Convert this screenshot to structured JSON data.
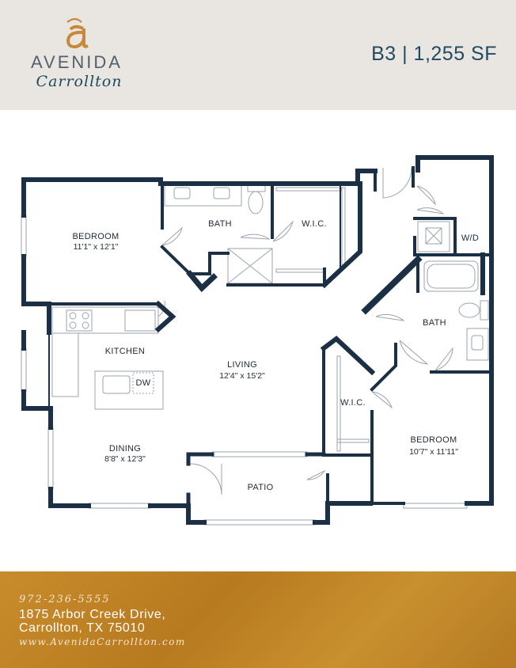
{
  "brand": {
    "name": "AVENIDA",
    "subname": "Carrollton",
    "colors": {
      "accent": "#c9873a",
      "navy": "#1f4a61",
      "wall": "#1c3045"
    }
  },
  "plan": {
    "title": "B3 | 1,255 SF"
  },
  "rooms": {
    "bedroom1": {
      "label": "BEDROOM",
      "dims": "11'1\" x 12'1\""
    },
    "bath1": {
      "label": "BATH"
    },
    "wic1": {
      "label": "W.I.C."
    },
    "wd": {
      "label": "W/D"
    },
    "kitchen": {
      "label": "KITCHEN"
    },
    "dw": {
      "label": "DW"
    },
    "living": {
      "label": "LIVING",
      "dims": "12'4\" x 15'2\""
    },
    "bath2": {
      "label": "BATH"
    },
    "wic2": {
      "label": "W.I.C."
    },
    "dining": {
      "label": "DINING",
      "dims": "8'8\" x 12'3\""
    },
    "bedroom2": {
      "label": "BEDROOM",
      "dims": "10'7\" x 11'11\""
    },
    "patio": {
      "label": "PATIO"
    }
  },
  "footer": {
    "phone": "972-236-5555",
    "address_line1": "1875 Arbor Creek Drive,",
    "address_line2": "Carrollton, TX 75010",
    "website": "www.AvenidaCarrollton.com"
  }
}
